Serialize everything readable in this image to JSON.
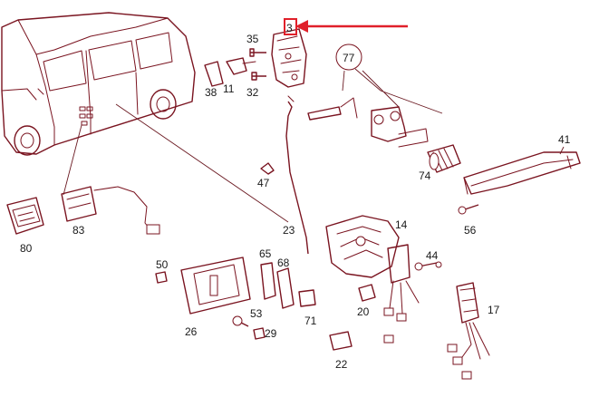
{
  "diagram": {
    "part_labels": {
      "p3": "3",
      "p35": "35",
      "p38": "38",
      "p11": "11",
      "p32": "32",
      "p77": "77",
      "p41": "41",
      "p74": "74",
      "p56": "56",
      "p47": "47",
      "p23": "23",
      "p14": "14",
      "p44": "44",
      "p17": "17",
      "p80": "80",
      "p83": "83",
      "p50": "50",
      "p26": "26",
      "p65": "65",
      "p68": "68",
      "p53": "53",
      "p29": "29",
      "p71": "71",
      "p20": "20",
      "p22": "22"
    },
    "colors": {
      "line": "#7a1420",
      "highlight": "#e0202a"
    }
  }
}
